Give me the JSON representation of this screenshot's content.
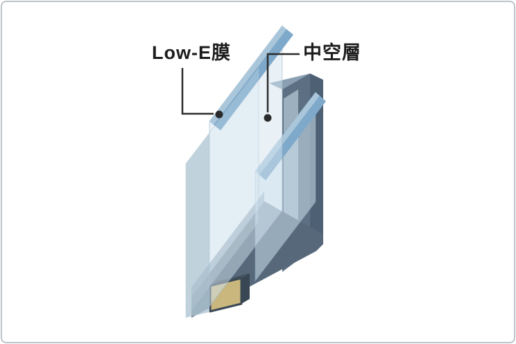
{
  "window": {
    "background": "#ffffff",
    "border_color": "#bcc2c7"
  },
  "diagram": {
    "labels": [
      {
        "id": "low-e-film",
        "text": "Low-E膜"
      },
      {
        "id": "air-layer",
        "text": "中空層"
      }
    ],
    "colors": {
      "glass_pane": "rgba(206,224,236,0.55)",
      "glass_edge_band": "#a9c6da",
      "film_band": "#7fa9ca",
      "frame": "#5d7083",
      "frame_dark": "#4e6073",
      "frame_light": "#8aa0b2",
      "frame_reveal": "#9db0bf",
      "frame_bottom": "#56687a",
      "frame_shelf": "#93a6b4",
      "spacer": "#c9b77e",
      "spacer_outline": "#3a4855",
      "leader_line": "#2b2b2b"
    }
  }
}
